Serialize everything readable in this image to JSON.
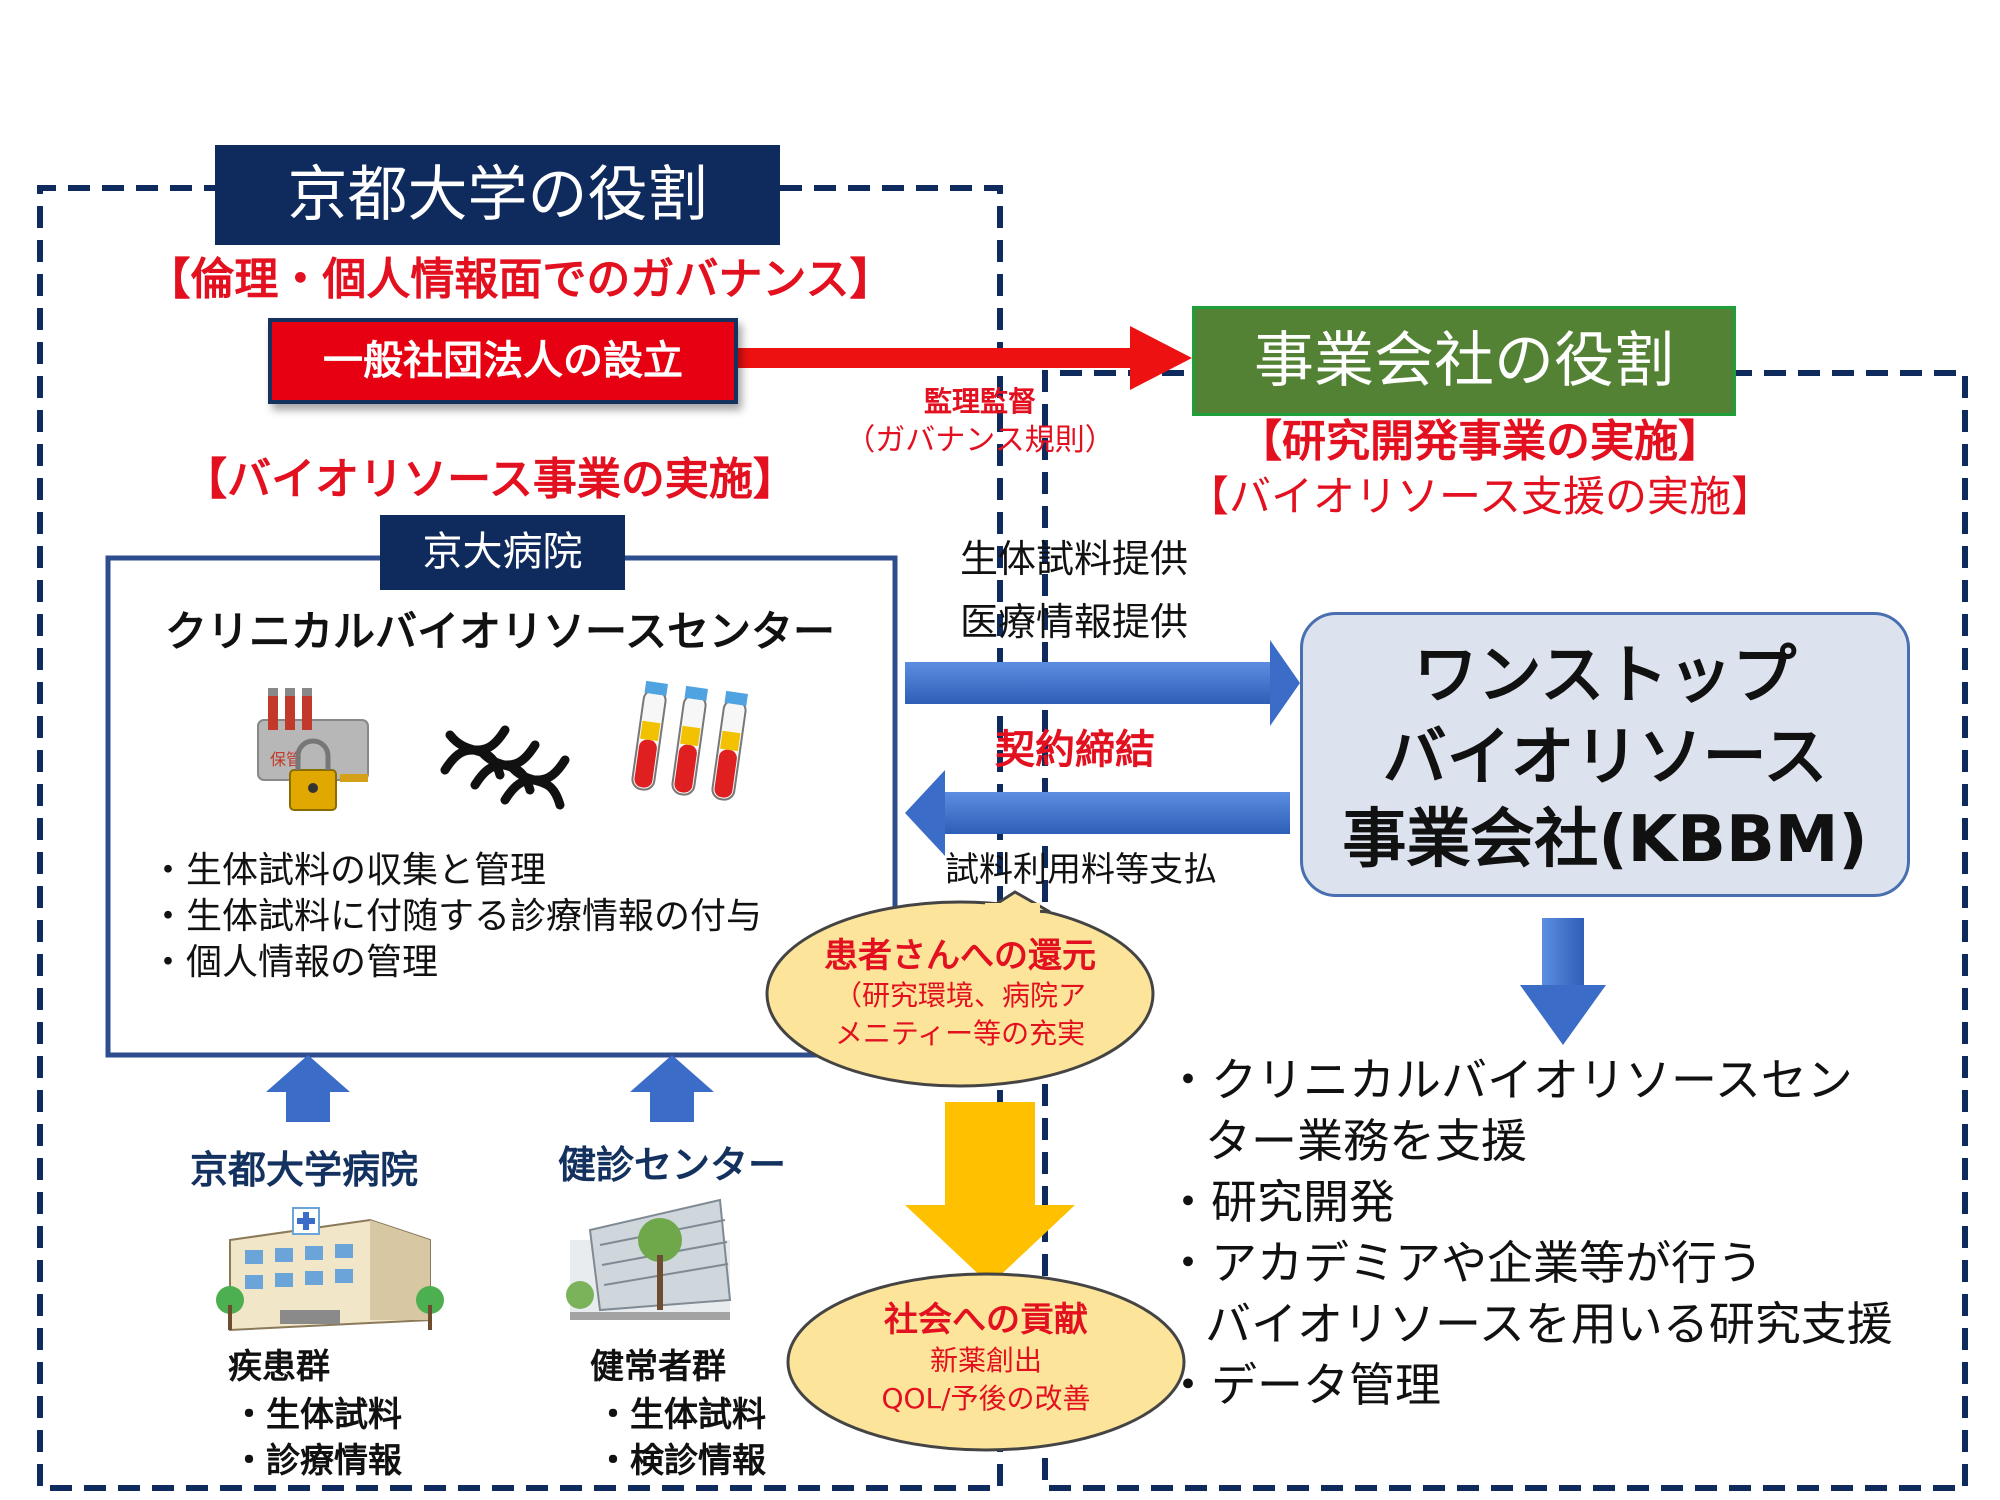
{
  "kyoto_univ": {
    "title": "京都大学の役割",
    "governance": "【倫理・個人情報面でのガバナンス】",
    "establish_button": "一般社団法人の設立",
    "bio_business": "【バイオリソース事業の実施】"
  },
  "supervision": {
    "label": "監理監督",
    "sub": "（ガバナンス規則）"
  },
  "company": {
    "title": "事業会社の役割",
    "rnd": "【研究開発事業の実施】",
    "support": "【バイオリソース支援の実施】"
  },
  "hospital_box": {
    "tab": "京大病院",
    "title": "クリニカルバイオリソースセンター",
    "icons": [
      "storage-lock-icon",
      "dna-icon",
      "test-tubes-icon"
    ],
    "items": [
      "・生体試料の収集と管理",
      "・生体試料に付随する診療情報の付与",
      "・個人情報の管理"
    ]
  },
  "flows": {
    "provide_1": "生体試料提供",
    "provide_2": "医療情報提供",
    "contract": "契約締結",
    "payment": "試料利用料等支払"
  },
  "kbbm": {
    "line1": "ワンストップ",
    "line2": "バイオリソース",
    "line3": "事業会社(KBBM)"
  },
  "kbbm_tasks": [
    "・クリニカルバイオリソースセン",
    "ター業務を支援",
    "・研究開発",
    "・アカデミアや企業等が行う",
    "バイオリソースを用いる研究支援",
    "・データ管理"
  ],
  "patients_bubble": {
    "title": "患者さんへの還元",
    "line1": "（研究環境、病院ア",
    "line2": "メニティー等の充実"
  },
  "society_bubble": {
    "title": "社会への貢献",
    "line1": "新薬創出",
    "line2": "QOL/予後の改善"
  },
  "sources": [
    {
      "name": "京都大学病院",
      "icon": "hospital-building-icon",
      "group": "疾患群",
      "items": [
        "・生体試料",
        "・診療情報"
      ]
    },
    {
      "name": "健診センター",
      "icon": "checkup-building-icon",
      "group": "健常者群",
      "items": [
        "・生体試料",
        "・検診情報"
      ]
    }
  ],
  "colors": {
    "navy": "#0f2a5c",
    "red": "#e3101f",
    "green": "#548235",
    "blue_arrow": "#3b6cc8",
    "gold_arrow": "#ffc000",
    "bubble": "#fde49b",
    "kbbm_bg": "#dde3ee"
  }
}
